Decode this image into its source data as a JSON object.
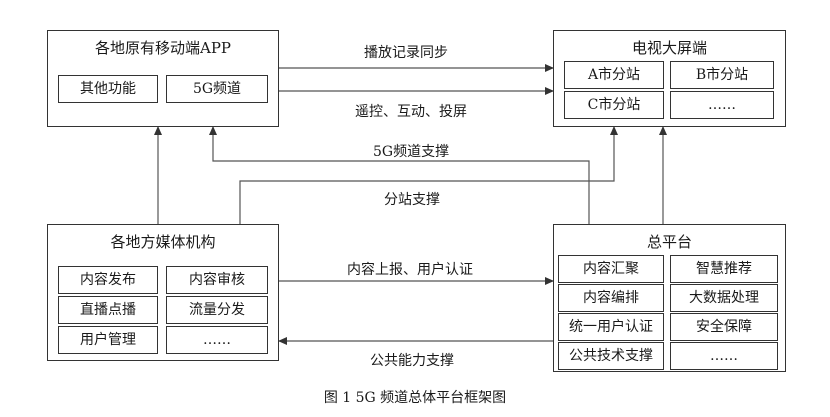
{
  "boxes": {
    "mobile_app": {
      "title": "各地原有移动端APP",
      "cells": [
        "其他功能",
        "5G频道"
      ]
    },
    "tv": {
      "title": "电视大屏端",
      "cells": [
        "A市分站",
        "B市分站",
        "C市分站",
        "……"
      ]
    },
    "local_media": {
      "title": "各地方媒体机构",
      "cells": [
        "内容发布",
        "内容审核",
        "直播点播",
        "流量分发",
        "用户管理",
        "……"
      ]
    },
    "platform": {
      "title": "总平台",
      "cells": [
        "内容汇聚",
        "智慧推荐",
        "内容编排",
        "大数据处理",
        "统一用户认证",
        "安全保障",
        "公共技术支撑",
        "……"
      ]
    }
  },
  "labels": {
    "play_sync": "播放记录同步",
    "remote": "遥控、互动、投屏",
    "channel_support": "5G频道支撑",
    "substation_support": "分站支撑",
    "upload_auth": "内容上报、用户认证",
    "public_capability": "公共能力支撑"
  },
  "caption": "图 1   5G 频道总体平台框架图"
}
